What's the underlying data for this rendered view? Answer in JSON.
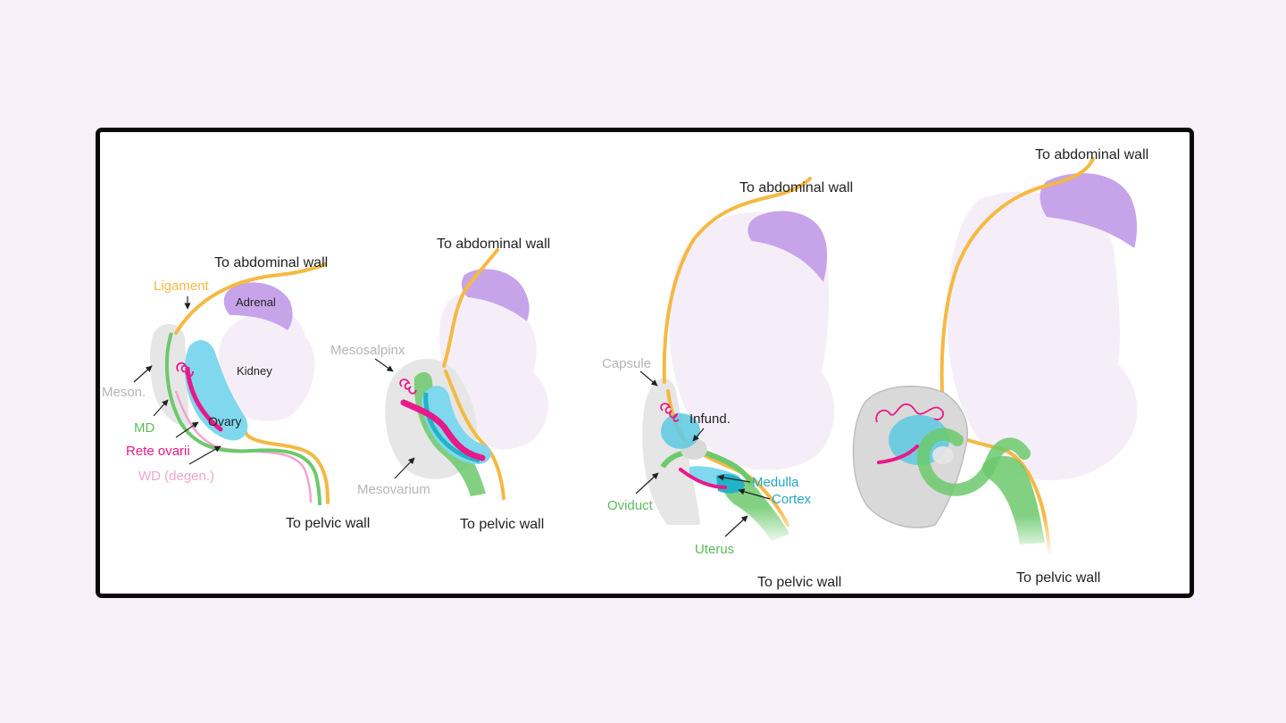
{
  "colors": {
    "background": "#f7f0f8",
    "frame_border": "#0a0a0a",
    "ligament": "#f5b942",
    "adrenal": "#c7a3ea",
    "kidney": "#f5eef8",
    "mesonephros": "#e6e6e6",
    "mullerian_duct": "#6cc96c",
    "ovary": "#7fd8ee",
    "ovary_cortex": "#22b3c7",
    "rete_ovarii": "#e8198a",
    "wolffian_duct": "#f2a3cf",
    "dark_text": "#222222",
    "gray_text": "#b5b5b5",
    "teal_text": "#1fa9c2"
  },
  "panels": [
    {
      "labels": {
        "abdominal": "To abdominal wall",
        "ligament": "Ligament",
        "adrenal": "Adrenal",
        "kidney": "Kidney",
        "meson": "Meson.",
        "md": "MD",
        "ovary": "Ovary",
        "rete": "Rete ovarii",
        "wd": "WD (degen.)",
        "pelvic": "To pelvic wall"
      }
    },
    {
      "labels": {
        "abdominal": "To abdominal wall",
        "mesosalpinx": "Mesosalpinx",
        "mesovarium": "Mesovarium",
        "pelvic": "To pelvic wall"
      }
    },
    {
      "labels": {
        "abdominal": "To abdominal wall",
        "capsule": "Capsule",
        "infund": "Infund.",
        "medulla": "Medulla",
        "cortex": "Cortex",
        "oviduct": "Oviduct",
        "uterus": "Uterus",
        "pelvic": "To pelvic wall"
      }
    },
    {
      "labels": {
        "abdominal": "To abdominal wall",
        "pelvic": "To pelvic wall"
      }
    }
  ]
}
